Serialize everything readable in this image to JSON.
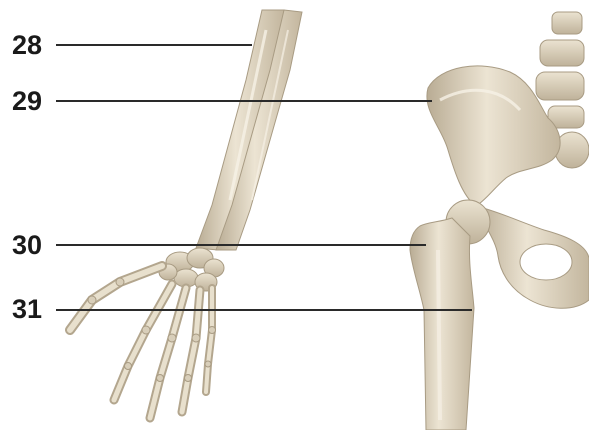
{
  "labels": {
    "l28": "28",
    "l29": "29",
    "l30": "30",
    "l31": "31"
  },
  "colors": {
    "bone": "#e3d9c6",
    "bone_shadow": "#b8ab93",
    "leader_line": "#2a2a2a"
  }
}
